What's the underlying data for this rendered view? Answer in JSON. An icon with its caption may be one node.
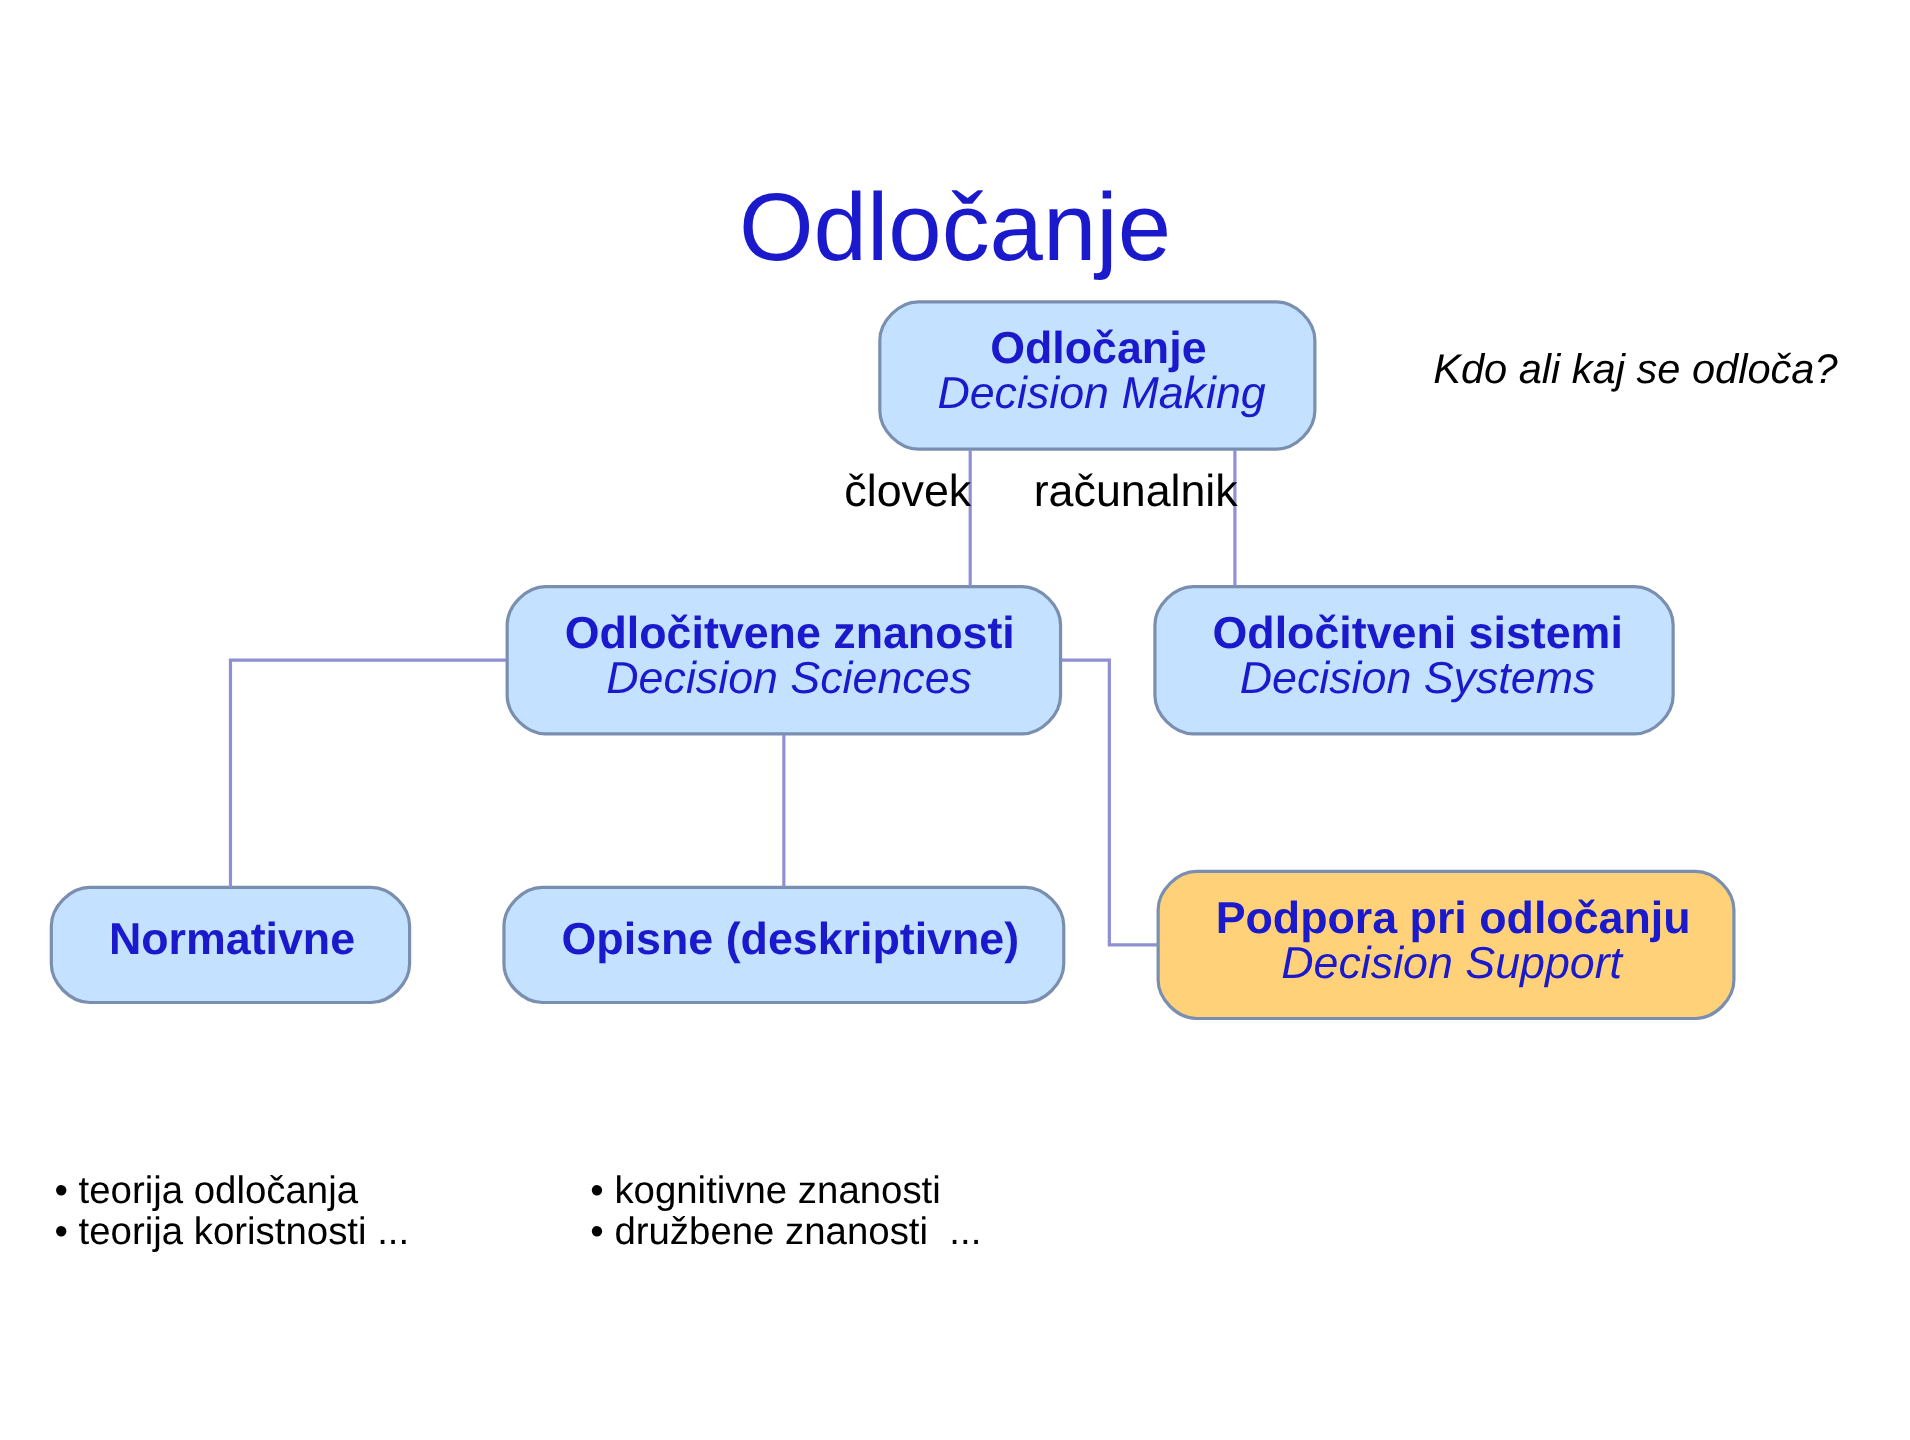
{
  "diagram": {
    "title": "Odločanje",
    "nodes": [
      {
        "text": [
          "Odločanje",
          "Decision Making"
        ]
      },
      {
        "text": [
          "Odločitvene znanosti",
          "Decision Sciences"
        ]
      },
      {
        "text": [
          "Odločitveni sistemi",
          "Decision Systems"
        ]
      },
      {
        "text": [
          "Normativne"
        ],
        "beside": [
          "• teorija odločanja",
          "• teorija koristnosti ..."
        ]
      },
      {
        "text": [
          "Opisne (deskriptivne)"
        ],
        "beside": [
          "• kognitivne znanosti",
          "• družbene znanosti  ..."
        ]
      },
      {
        "text": [
          "Podpora pri odločanju",
          "Decision Support"
        ]
      }
    ],
    "edges": [
      {
        "from": 0,
        "to": 1,
        "arrow": "none",
        "label": "človek"
      },
      {
        "from": 0,
        "to": 2,
        "arrow": "none",
        "label": "računalnik"
      },
      {
        "from": 1,
        "to": 3,
        "arrow": "none"
      },
      {
        "from": 1,
        "to": 4,
        "arrow": "none"
      },
      {
        "from": 1,
        "to": 5,
        "arrow": "none"
      }
    ],
    "labels": [
      "Kdo ali kaj se odloča?"
    ]
  }
}
